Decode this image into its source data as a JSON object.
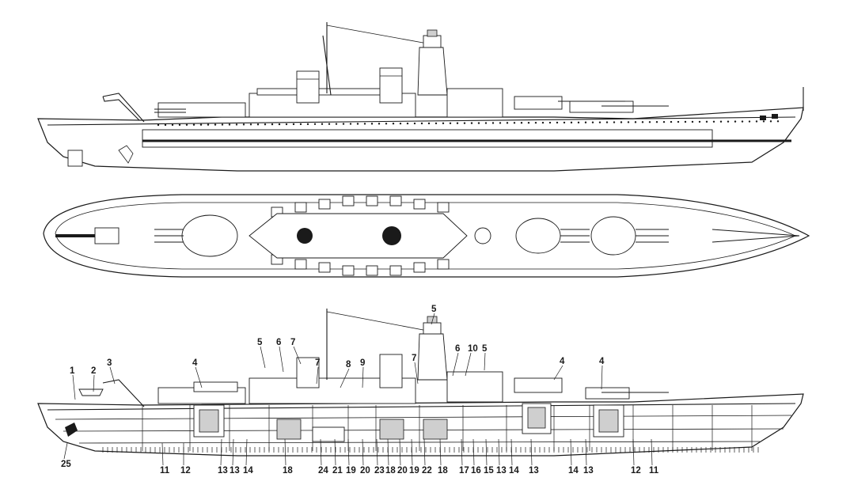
{
  "callouts": {
    "top": [
      "1",
      "2",
      "3",
      "4",
      "5",
      "6",
      "7",
      "7",
      "8",
      "9",
      "7",
      "6",
      "10",
      "5",
      "5",
      "4",
      "4"
    ],
    "bottom": [
      "25",
      "11",
      "12",
      "13",
      "13",
      "14",
      "18",
      "24",
      "21",
      "19",
      "20",
      "23",
      "18",
      "20",
      "19",
      "22",
      "18",
      "17",
      "16",
      "15",
      "13",
      "14",
      "13",
      "14",
      "13",
      "12",
      "11"
    ]
  }
}
